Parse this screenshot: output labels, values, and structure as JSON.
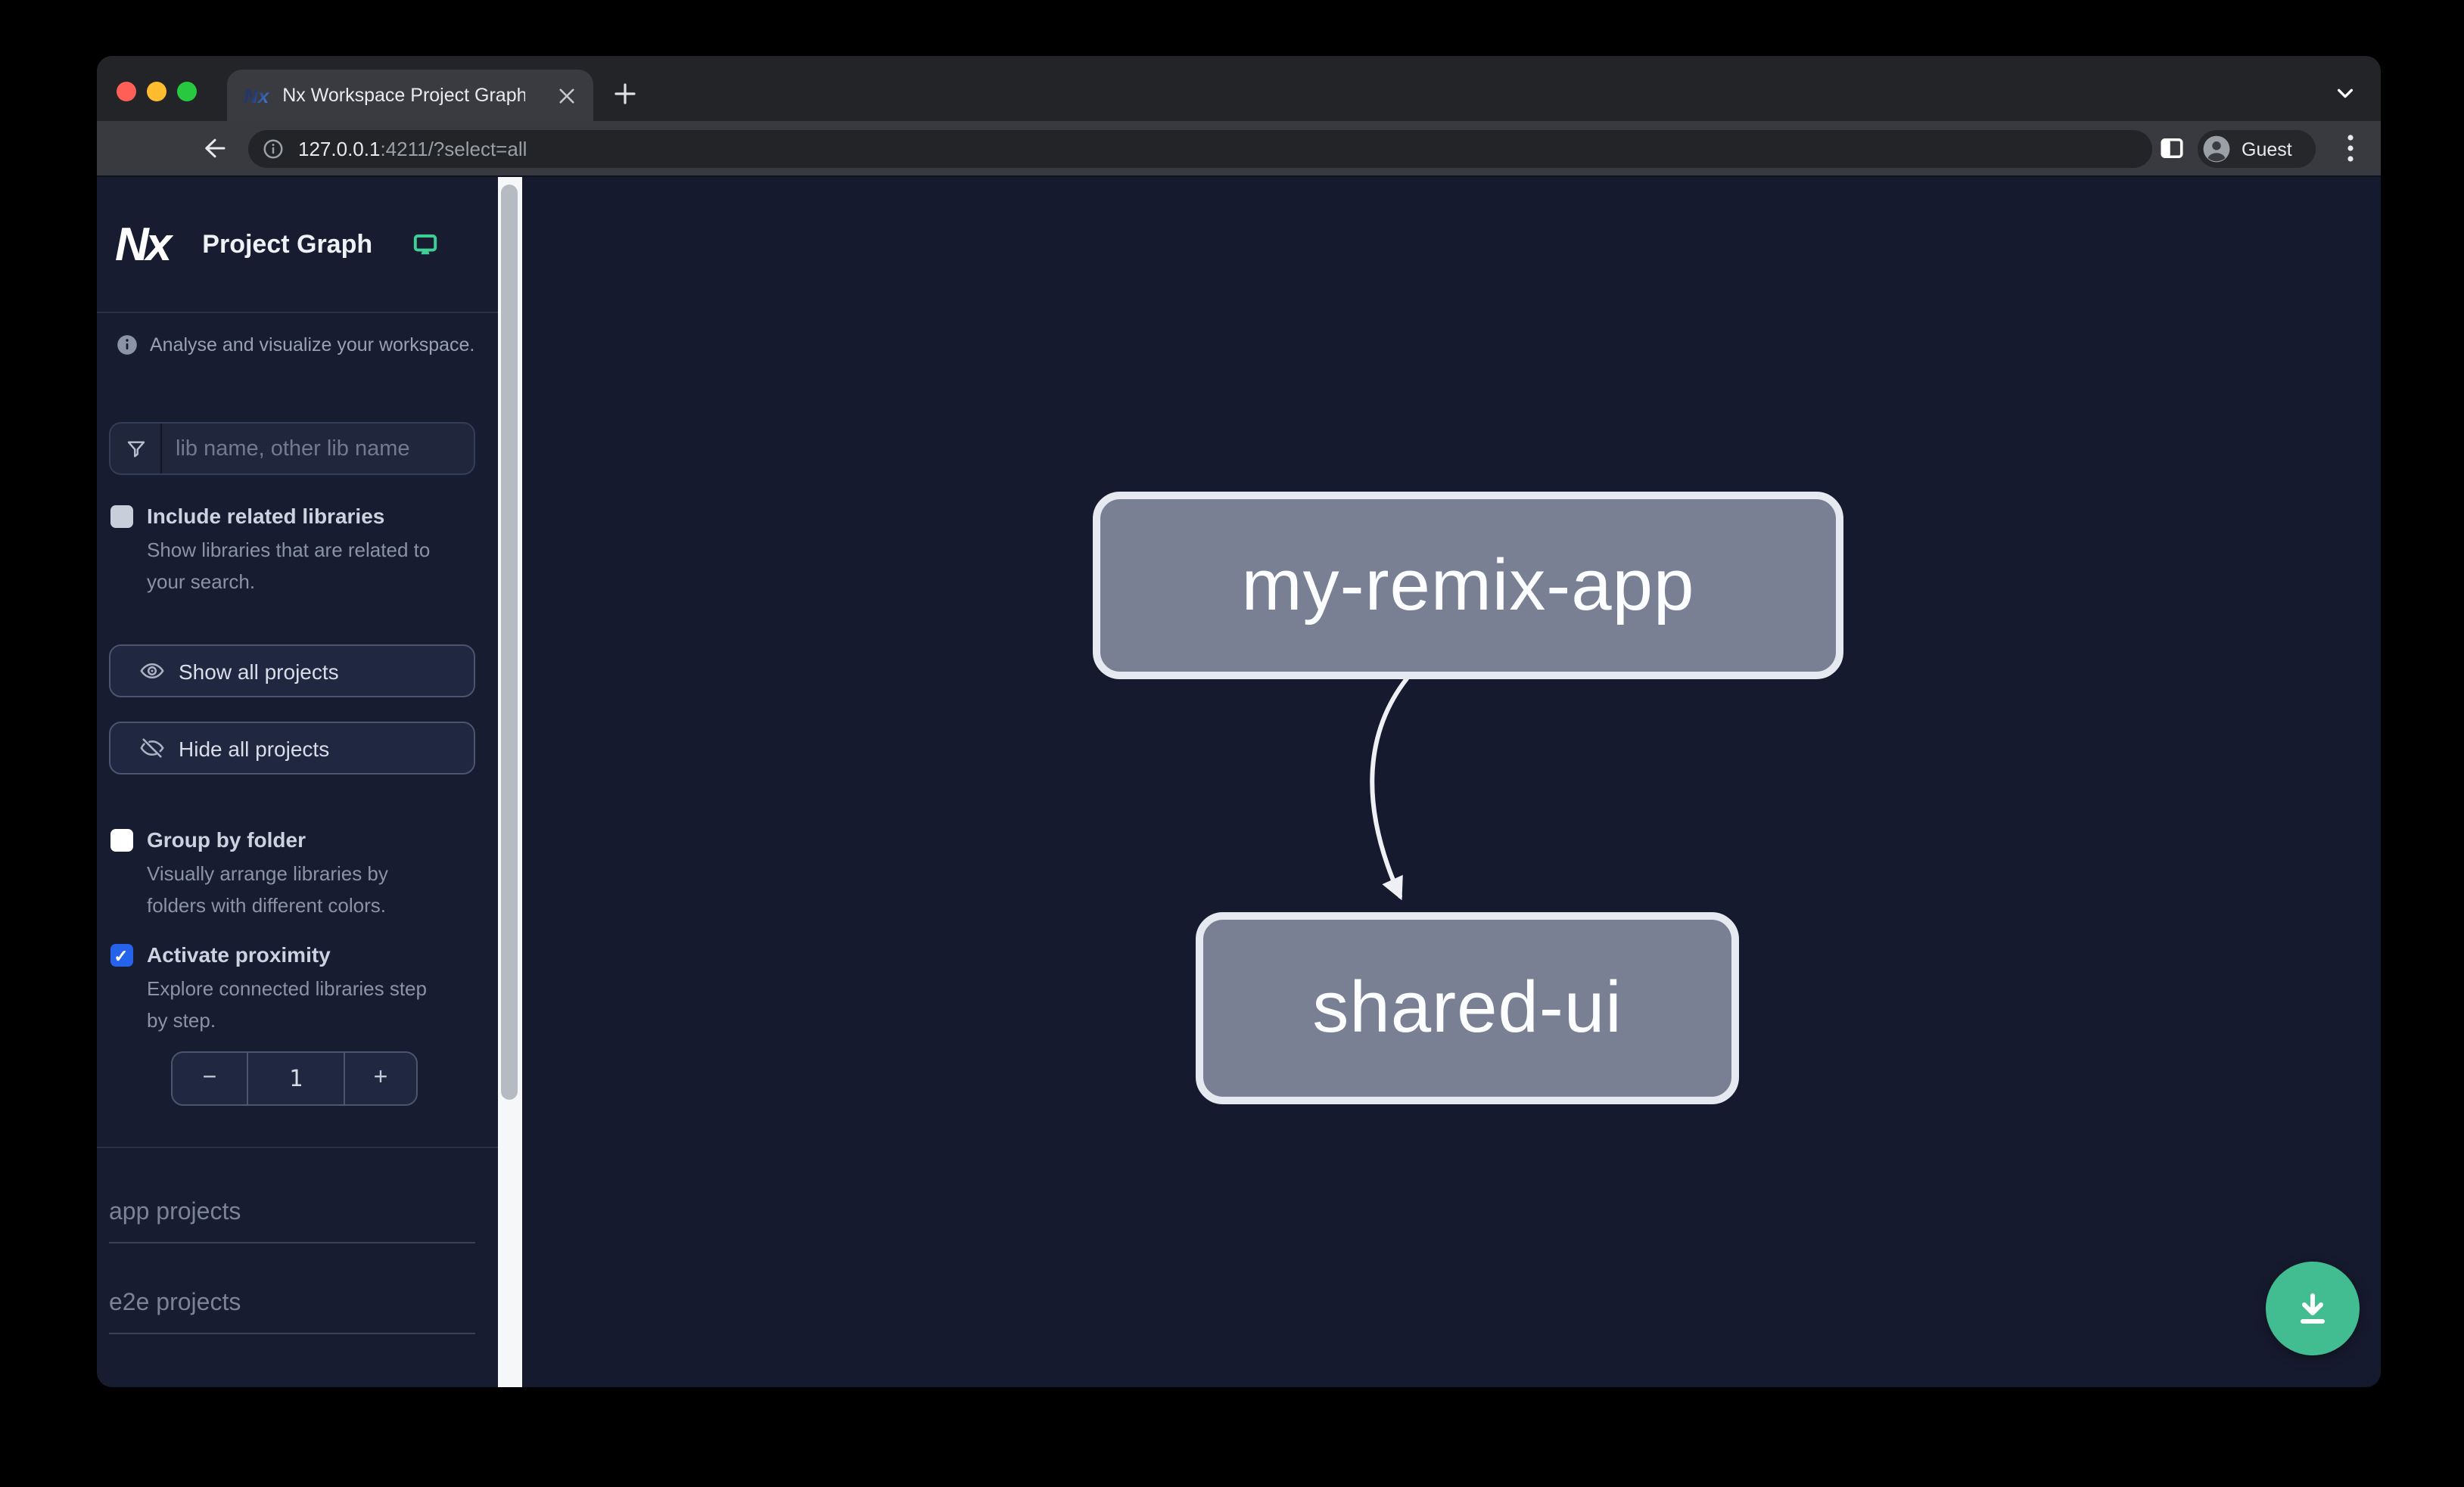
{
  "browser": {
    "tab": {
      "favicon": "Nx",
      "title": "Nx Workspace Project Graph"
    },
    "address": {
      "host": "127.0.0.1",
      "path": ":4211/?select=all"
    },
    "profile_label": "Guest"
  },
  "sidebar": {
    "logo": "Nx",
    "title": "Project Graph",
    "tagline": "Analyse and visualize your workspace.",
    "search_placeholder": "lib name, other lib name",
    "options": [
      {
        "label": "Include related libraries",
        "description": "Show libraries that are related to\nyour search.",
        "checked": false,
        "enabled": false
      },
      {
        "label": "Group by folder",
        "description": "Visually arrange libraries by\nfolders with different colors.",
        "checked": false,
        "enabled": true
      },
      {
        "label": "Activate proximity",
        "description": "Explore connected libraries step\nby step.",
        "checked": true,
        "enabled": true
      }
    ],
    "actions": [
      {
        "label": "Show all projects",
        "icon": "eye-icon"
      },
      {
        "label": "Hide all projects",
        "icon": "eye-off-icon"
      }
    ],
    "stepper": {
      "decrement": "−",
      "value": "1",
      "increment": "+"
    },
    "sections": [
      {
        "label": "app projects"
      },
      {
        "label": "e2e projects"
      }
    ]
  },
  "graph": {
    "nodes": [
      {
        "label": "my-remix-app"
      },
      {
        "label": "shared-ui"
      }
    ],
    "edges": [
      {
        "source": "my-remix-app",
        "target": "shared-ui"
      }
    ]
  },
  "colors": {
    "canvas_bg": "#161a2e",
    "sidebar_bg": "#171c30",
    "node_fill": "#7a8093",
    "node_border": "#e6e9f0",
    "checkbox_checked_blue": "#2563eb",
    "monitor_green": "#3ecf97",
    "download_green": "#42bd91",
    "traffic_red": "#ff5f57",
    "traffic_yellow": "#febc2e",
    "traffic_green": "#28c840"
  }
}
